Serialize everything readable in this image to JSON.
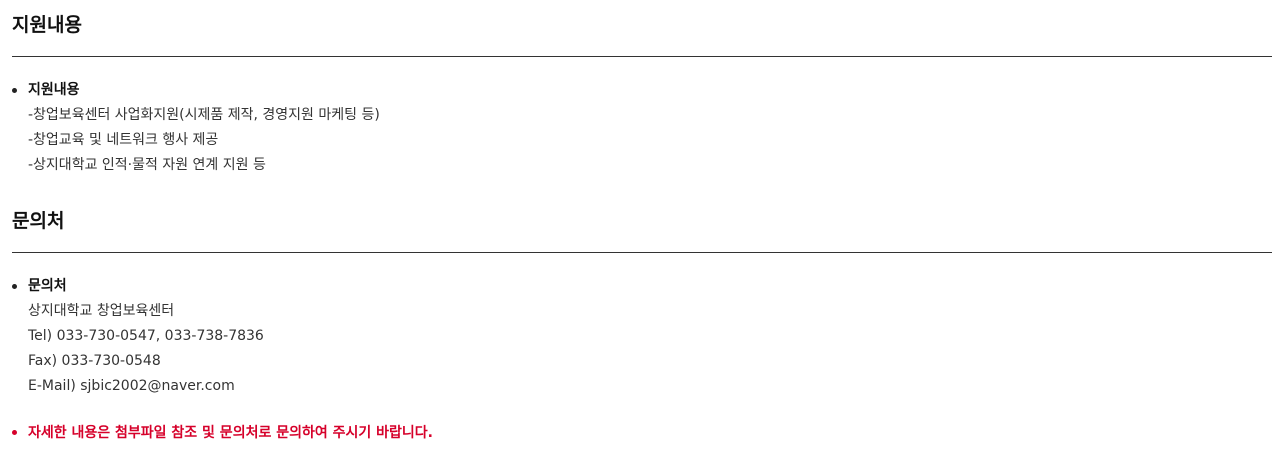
{
  "support": {
    "title": "지원내용",
    "bullet_title": "지원내용",
    "lines": [
      "-창업보육센터 사업화지원(시제품 제작, 경영지원 마케팅 등)",
      "-창업교육 및 네트워크 행사 제공",
      "-상지대학교 인적·물적 자원 연계 지원 등"
    ]
  },
  "contact": {
    "title": "문의처",
    "bullet_title": "문의처",
    "lines": [
      "상지대학교 창업보육센터",
      "Tel) 033-730-0547, 033-738-7836",
      "Fax) 033-730-0548",
      "E-Mail) sjbic2002@naver.com"
    ]
  },
  "notice": {
    "text": "자세한 내용은 첨부파일 참조 및 문의처로 문의하여 주시기 바랍니다.",
    "color": "#d6002a"
  }
}
